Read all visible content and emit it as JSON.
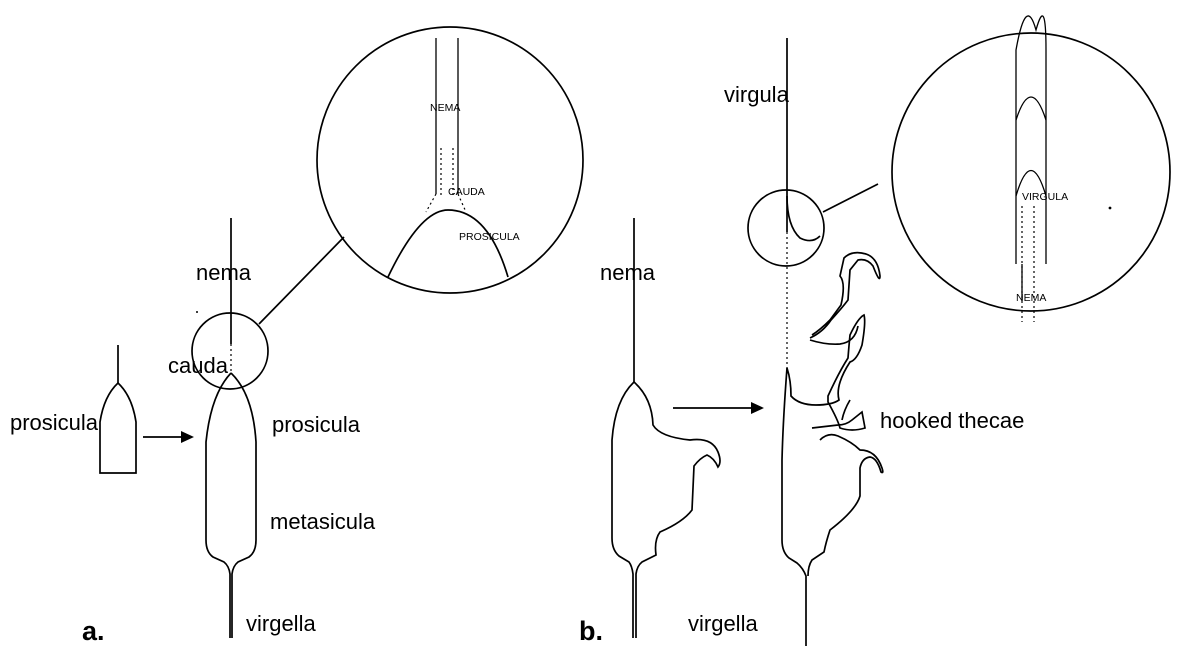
{
  "panel_a": {
    "panel_label": "a.",
    "labels": {
      "nema": "nema",
      "cauda": "cauda",
      "prosicula_left": "prosicula",
      "prosicula_right": "prosicula",
      "metasicula": "metasicula",
      "virgella": "virgella"
    },
    "inset_labels": {
      "nema": "NEMA",
      "cauda": "CAUDA",
      "prosicula": "PROSICULA"
    }
  },
  "panel_b": {
    "panel_label": "b.",
    "labels": {
      "nema": "nema",
      "virgula": "virgula",
      "hooked_thecae": "hooked thecae",
      "virgella": "virgella"
    },
    "inset_labels": {
      "virgula": "VIRGULA",
      "nema": "NEMA"
    }
  }
}
